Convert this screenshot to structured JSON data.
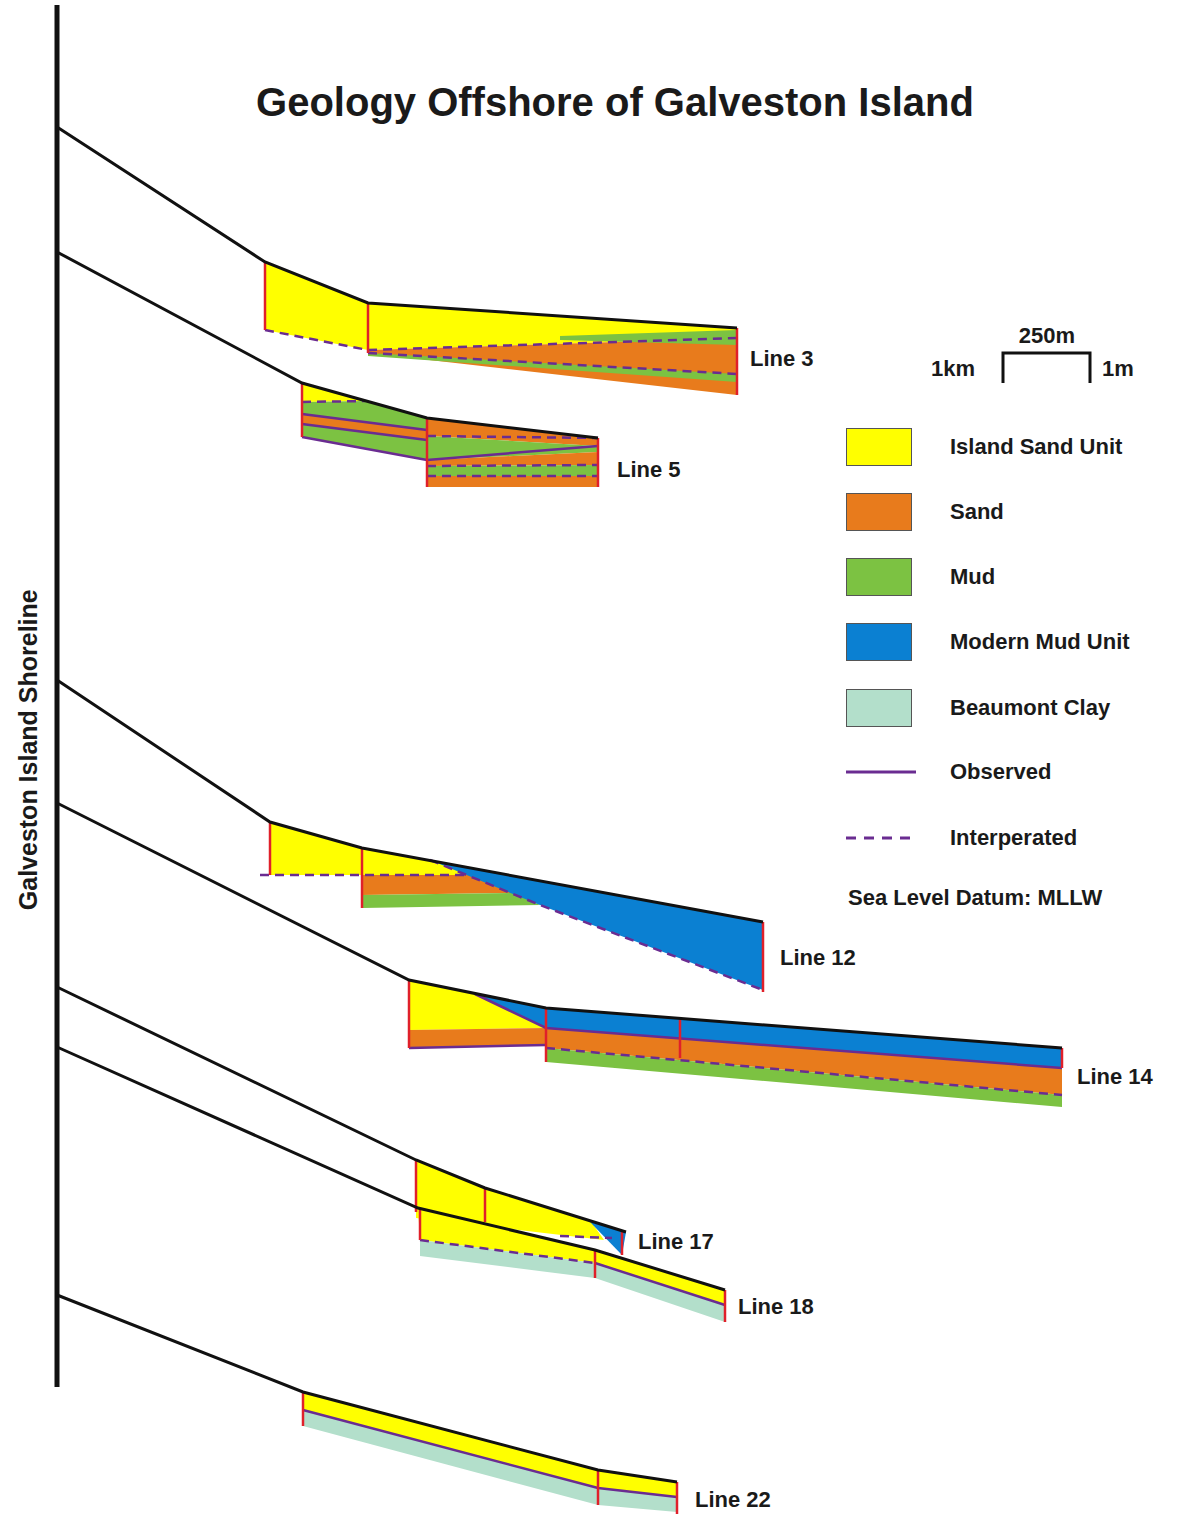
{
  "diagram": {
    "title": "Geology Offshore of Galveston Island",
    "labels": [
      "Galveston Island Shoreline",
      "Line 3",
      "Line 5",
      "Line 12",
      "Line 14",
      "Line 17",
      "Line 18",
      "Line 22",
      "250m",
      "1km",
      "1m",
      "Sea Level Datum: MLLW"
    ],
    "legend": [
      {
        "text": "Island Sand Unit",
        "color": "#ffff00"
      },
      {
        "text": "Sand",
        "color": "#e87b1c"
      },
      {
        "text": "Mud",
        "color": "#7cc242"
      },
      {
        "text": "Modern Mud Unit",
        "color": "#0b80d2"
      },
      {
        "text": "Beaumont Clay",
        "color": "#b3dfcb"
      },
      {
        "text": "Observed"
      },
      {
        "text": "Interperated"
      }
    ]
  }
}
